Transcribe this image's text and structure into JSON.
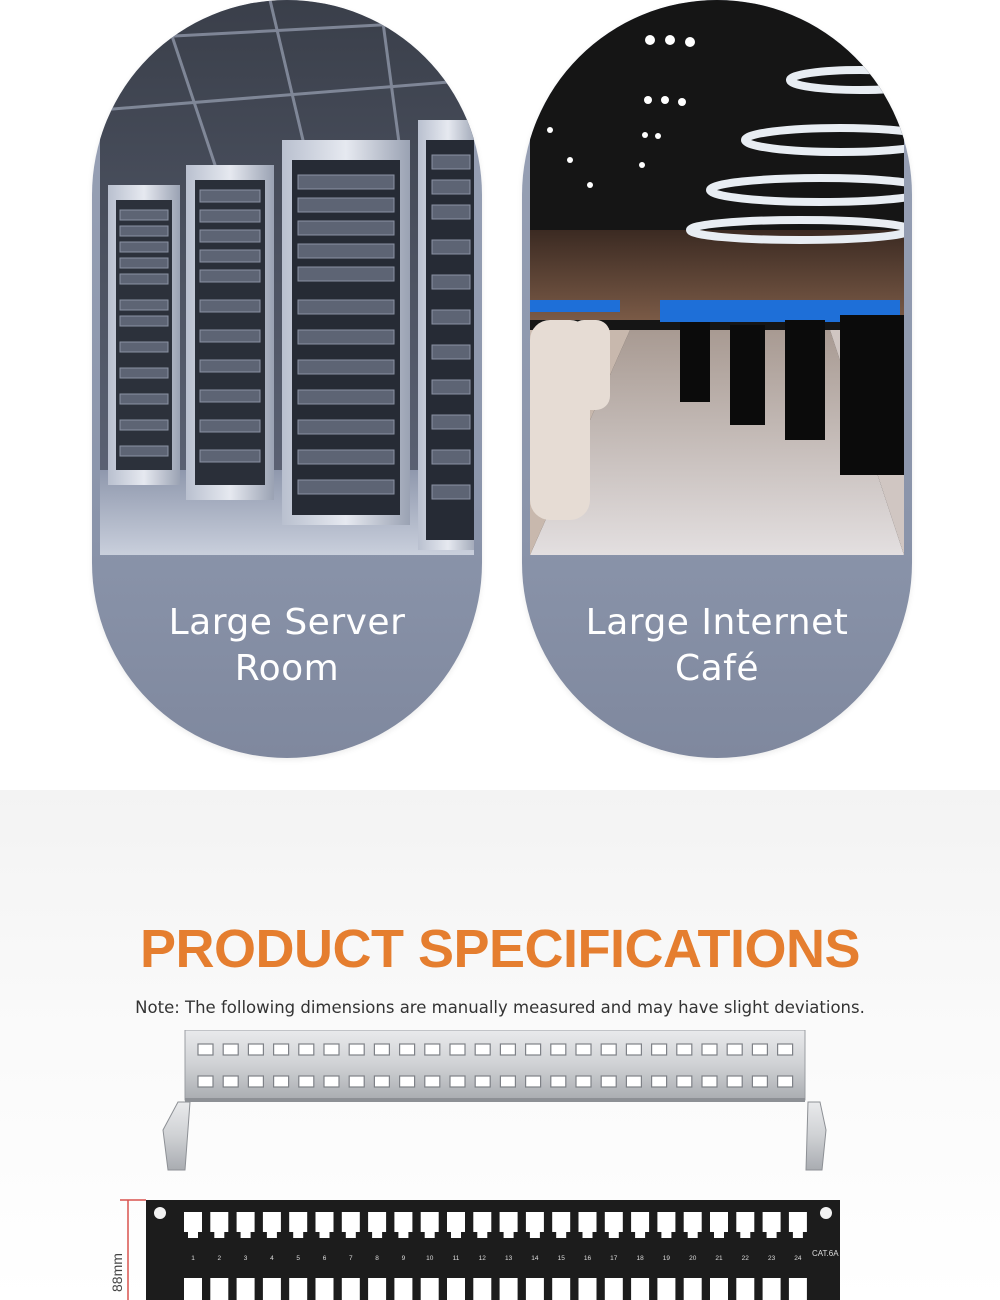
{
  "scenarios": [
    {
      "caption_line1": "Large Server",
      "caption_line2": "Room",
      "photo": "server-room-photo"
    },
    {
      "caption_line1": "Large Internet",
      "caption_line2": "Café",
      "photo": "internet-cafe-photo"
    }
  ],
  "specs": {
    "title": "PRODUCT SPECIFICATIONS",
    "note": "Note: The following dimensions are manually measured and may have slight deviations.",
    "dimension_label": "88mm",
    "port_numbers": [
      "1",
      "2",
      "3",
      "4",
      "5",
      "6",
      "7",
      "8",
      "9",
      "10",
      "11",
      "12",
      "13",
      "14",
      "15",
      "16",
      "17",
      "18",
      "19",
      "20",
      "21",
      "22",
      "23",
      "24"
    ],
    "category_label": "CAT.6A"
  },
  "colors": {
    "title_orange": "#e57e2f",
    "pill_grey": "#8a94aa",
    "dimension_red": "#d9534f"
  }
}
